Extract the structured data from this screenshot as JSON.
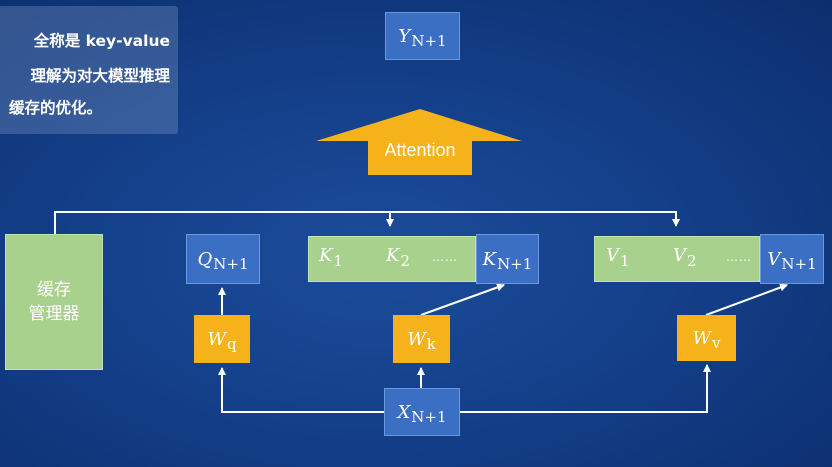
{
  "note": {
    "lines": [
      "全称是  key-value",
      "理解为对大模型推理",
      "缓存的优化。"
    ]
  },
  "diagram": {
    "output": {
      "var": "Y",
      "sub": "N+1"
    },
    "attention_label": "Attention",
    "cache_manager": {
      "line1": "缓存",
      "line2": "管理器"
    },
    "query": {
      "var": "Q",
      "sub": "N+1"
    },
    "keys": {
      "k1": {
        "var": "K",
        "sub": "1"
      },
      "k2": {
        "var": "K",
        "sub": "2"
      },
      "dots": "……",
      "knew": {
        "var": "K",
        "sub": "N+1"
      }
    },
    "values": {
      "v1": {
        "var": "V",
        "sub": "1"
      },
      "v2": {
        "var": "V",
        "sub": "2"
      },
      "dots": "……",
      "vnew": {
        "var": "V",
        "sub": "N+1"
      }
    },
    "weights": {
      "wq": {
        "var": "W",
        "sub": "q"
      },
      "wk": {
        "var": "W",
        "sub": "k"
      },
      "wv": {
        "var": "W",
        "sub": "v"
      }
    },
    "input": {
      "var": "X",
      "sub": "N+1"
    }
  },
  "colors": {
    "background": "#14408a",
    "blue_box": "#3b6fc4",
    "green_box": "#a9d18e",
    "yellow_box": "#f6b21a",
    "arrow_fill": "#f6b21a",
    "line": "#ffffff"
  }
}
